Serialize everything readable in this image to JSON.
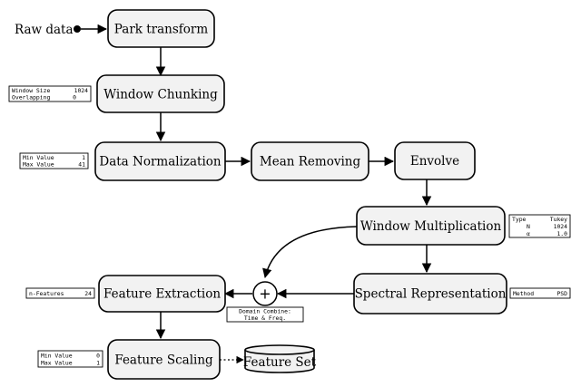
{
  "input": {
    "label": "Raw data"
  },
  "nodes": {
    "park": "Park transform",
    "window_chunking": "Window Chunking",
    "data_normalization": "Data Normalization",
    "mean_removing": "Mean Removing",
    "envolve": "Envolve",
    "window_multiplication": "Window Multiplication",
    "spectral_representation": "Spectral Representation",
    "feature_extraction": "Feature Extraction",
    "feature_scaling": "Feature Scaling",
    "feature_set": "Feature Set"
  },
  "combiner": {
    "symbol": "+",
    "caption_line1": "Domain Combine:",
    "caption_line2": "Time & Freq."
  },
  "params": {
    "window_chunking": [
      {
        "key": "Window Size",
        "value": "1024"
      },
      {
        "key": "Overlapping",
        "value": "0"
      }
    ],
    "data_normalization": [
      {
        "key": "Min Value",
        "value": "1"
      },
      {
        "key": "Max Value",
        "value": "41"
      }
    ],
    "window_multiplication": [
      {
        "key": "Type",
        "value": "Tukey"
      },
      {
        "key": "N",
        "value": "1024"
      },
      {
        "key": "α",
        "value": "1.0"
      }
    ],
    "spectral_representation": [
      {
        "key": "Method",
        "value": "PSD"
      }
    ],
    "feature_extraction": [
      {
        "key": "n-Features",
        "value": "24"
      }
    ],
    "feature_scaling": [
      {
        "key": "Min Value",
        "value": "0"
      },
      {
        "key": "Max Value",
        "value": "1"
      }
    ]
  }
}
